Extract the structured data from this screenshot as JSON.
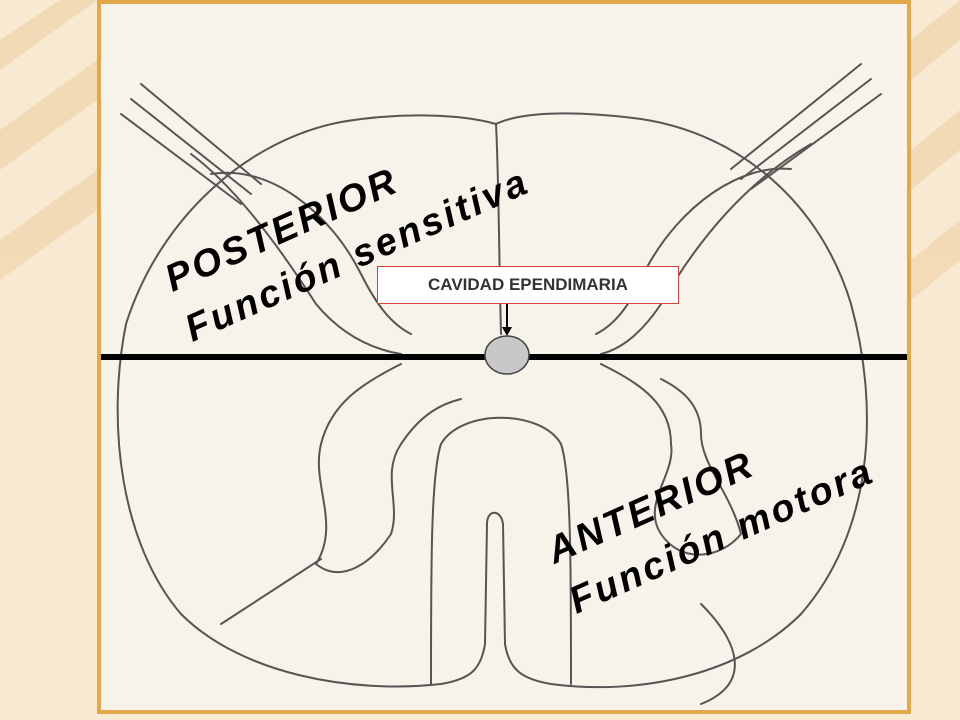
{
  "labels": {
    "posterior": "POSTERIOR",
    "posterior_function": "Función sensitiva",
    "anterior": "ANTERIOR",
    "anterior_function": "Función motora",
    "callout": "CAVIDAD EPENDIMARIA"
  },
  "colors": {
    "frame_border": "#e2a84a",
    "callout_border": "#d4453c",
    "canal_fill": "#c8c8c8",
    "outline": "#555555"
  }
}
